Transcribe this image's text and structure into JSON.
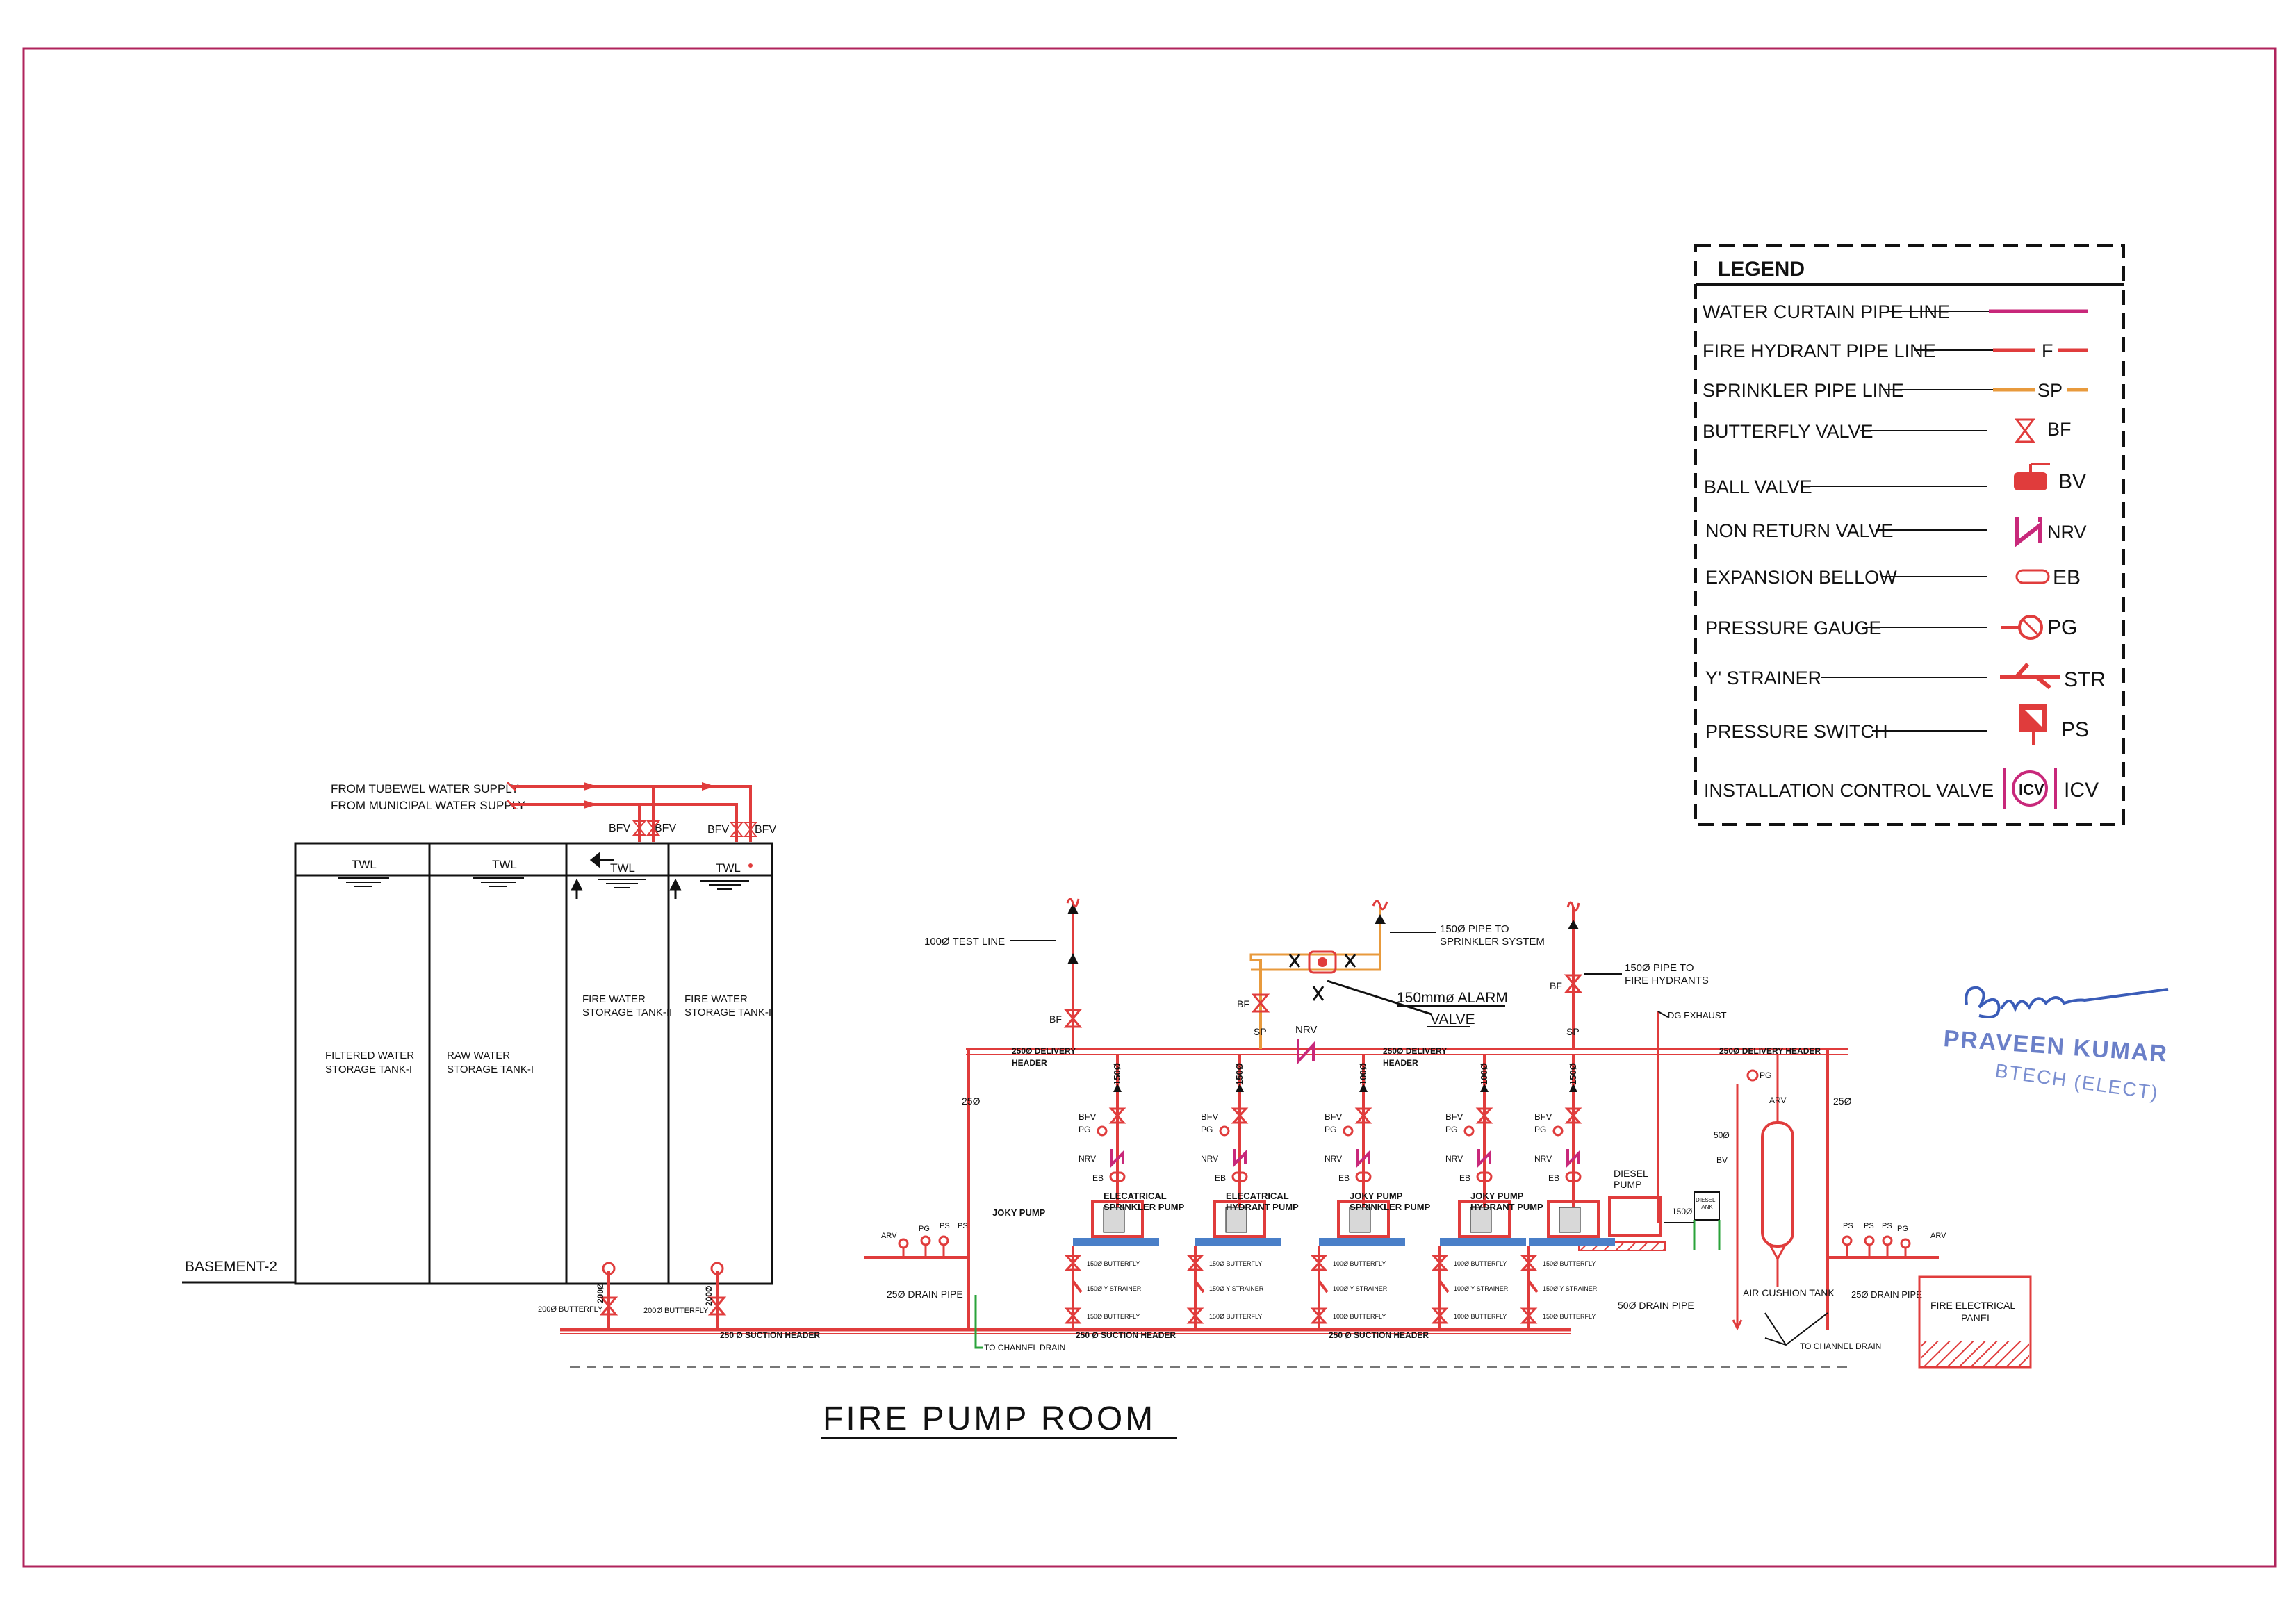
{
  "title": "FIRE PUMP ROOM",
  "legend": {
    "heading": "LEGEND",
    "items": [
      {
        "label": "WATER CURTAIN PIPE LINE",
        "code": ""
      },
      {
        "label": "FIRE HYDRANT PIPE LINE",
        "code": "F"
      },
      {
        "label": "SPRINKLER PIPE LINE",
        "code": "SP"
      },
      {
        "label": "BUTTERFLY VALVE",
        "code": "BF"
      },
      {
        "label": "BALL VALVE",
        "code": "BV"
      },
      {
        "label": "NON RETURN VALVE",
        "code": "NRV"
      },
      {
        "label": "EXPANSION BELLOW",
        "code": "EB"
      },
      {
        "label": "PRESSURE GAUGE",
        "code": "PG"
      },
      {
        "label": "Y' STRAINER",
        "code": "STR"
      },
      {
        "label": "PRESSURE SWITCH",
        "code": "PS"
      },
      {
        "label": "INSTALLATION CONTROL VALVE",
        "code": "ICV"
      }
    ]
  },
  "supply": {
    "tubewell": "FROM TUBEWEL WATER SUPPLY",
    "municipal": "FROM MUNICIPAL WATER SUPPLY",
    "bfv": "BFV"
  },
  "tanks": [
    {
      "twl": "TWL",
      "name1": "FILTERED WATER",
      "name2": "STORAGE TANK-I"
    },
    {
      "twl": "TWL",
      "name1": "RAW WATER",
      "name2": "STORAGE TANK-I"
    },
    {
      "twl": "TWL",
      "name1": "FIRE WATER",
      "name2": "STORAGE TANK-II"
    },
    {
      "twl": "TWL",
      "name1": "FIRE WATER",
      "name2": "STORAGE TANK-I"
    }
  ],
  "basement": "BASEMENT-2",
  "labels": {
    "test_line": "100Ø TEST LINE",
    "sprinkler_pipe_1": "150Ø PIPE TO",
    "sprinkler_pipe_2": "SPRINKLER SYSTEM",
    "hydrant_pipe_1": "150Ø PIPE TO",
    "hydrant_pipe_2": "FIRE HYDRANTS",
    "alarm_1": "150mmø ALARM",
    "alarm_2": "VALVE",
    "dg_exhaust": "DG EXHAUST",
    "delivery_header": "250Ø DELIVERY",
    "delivery_header_2": "HEADER",
    "delivery_header_full": "250Ø DELIVERY HEADER",
    "suction_header": "250 Ø SUCTION HEADER",
    "suction_header_2": "250 Ø SUCTION HEADER",
    "bf": "BF",
    "bfv": "BFV",
    "sp": "SP",
    "nrv": "NRV",
    "eb": "EB",
    "pg": "PG",
    "ps": "PS",
    "arv": "ARV",
    "bv": "BV",
    "d25": "25Ø",
    "d50": "50Ø",
    "d150": "150Ø",
    "d150v": "150Ø",
    "d100v": "100Ø",
    "d200v": "200Ø",
    "d250v": "250Ø",
    "joky_pump": "JOKY PUMP",
    "diesel_pump_1": "DIESEL",
    "diesel_pump_2": "PUMP",
    "diesel_tank_1": "DIESEL",
    "diesel_tank_2": "TANK",
    "drain_pipe_25": "25Ø DRAIN PIPE",
    "drain_pipe_50": "50Ø DRAIN PIPE",
    "drain_pipe_25b": "25Ø DRAIN PIPE",
    "channel_drain": "TO CHANNEL DRAIN",
    "channel_drain_2": "TO CHANNEL DRAIN",
    "air_cushion": "AIR CUSHION TANK",
    "panel_1": "FIRE ELECTRICAL",
    "panel_2": "PANEL",
    "butterfly_200": "200Ø BUTTERFLY",
    "butterfly_200b": "200Ø BUTTERFLY"
  },
  "pumps": [
    {
      "l1": "ELECATRICAL",
      "l2": "SPRINKLER PUMP",
      "bf": "150Ø BUTTERFLY",
      "str": "150Ø Y STRAINER",
      "bf2": "150Ø BUTTERFLY"
    },
    {
      "l1": "ELECATRICAL",
      "l2": "HYDRANT PUMP",
      "bf": "150Ø BUTTERFLY",
      "str": "150Ø Y STRAINER",
      "bf2": "150Ø BUTTERFLY"
    },
    {
      "l1": "JOKY PUMP",
      "l2": "SPRINKLER PUMP",
      "bf": "100Ø BUTTERFLY",
      "str": "100Ø Y STRAINER",
      "bf2": "100Ø BUTTERFLY"
    },
    {
      "l1": "JOKY PUMP",
      "l2": "HYDRANT PUMP",
      "bf": "100Ø BUTTERFLY",
      "str": "100Ø Y STRAINER",
      "bf2": "100Ø BUTTERFLY"
    },
    {
      "l1": "",
      "l2": "",
      "bf": "150Ø BUTTERFLY",
      "str": "150Ø Y STRAINER",
      "bf2": "150Ø BUTTERFLY"
    }
  ],
  "signature": {
    "stamp_name": "PRAVEEN KUMAR",
    "stamp_degree": "BTECH (ELECT)"
  },
  "colors": {
    "frame": "#b0245c",
    "hydrant": "#e03c3c",
    "sprinkler": "#e89a3c",
    "curtain": "#c8287a",
    "stamp": "#3a5cb8",
    "ink": "#111111"
  }
}
